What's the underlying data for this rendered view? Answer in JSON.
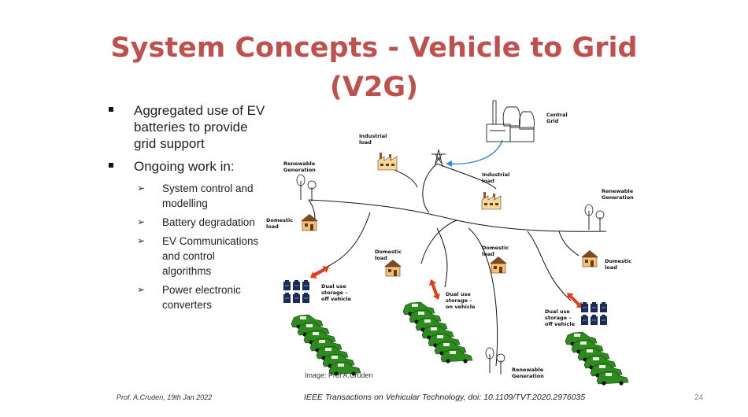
{
  "title": {
    "line1": "System Concepts - Vehicle to Grid",
    "line2": "(V2G)"
  },
  "bullets": [
    {
      "text": "Aggregated use of EV batteries to provide grid support"
    },
    {
      "text": "Ongoing work in:"
    }
  ],
  "sub_bullets": [
    {
      "text": "System control and modelling"
    },
    {
      "text": "Battery degradation"
    },
    {
      "text": "EV Communications and control algorithms"
    },
    {
      "text": "Power electronic converters"
    }
  ],
  "diagram": {
    "labels": {
      "central_grid": [
        "Central",
        "Grid"
      ],
      "industrial_load_top": [
        "Industrial",
        "load"
      ],
      "industrial_load_right": [
        "Industrial",
        "load"
      ],
      "renewable_left": [
        "Renewable",
        "Generation"
      ],
      "renewable_right": [
        "Renewable",
        "Generation"
      ],
      "renewable_bottom": [
        "Renewable",
        "Generation"
      ],
      "domestic_left": [
        "Domestic",
        "load"
      ],
      "domestic_mid1": [
        "Domestic",
        "load"
      ],
      "domestic_mid2": [
        "Domestic",
        "load"
      ],
      "domestic_right": [
        "Domestic",
        "load"
      ],
      "dual_use_off_left": [
        "Dual use",
        "storage –",
        "off vehicle"
      ],
      "dual_use_on": [
        "Dual use",
        "storage –",
        "on vehicle"
      ],
      "dual_use_off_right": [
        "Dual use",
        "storage –",
        "off vehicle"
      ]
    },
    "caption": "Image: Prof A.Cruden",
    "colors": {
      "car": "#2e8b1e",
      "arrow": "#e0401b",
      "grid_link": "#2a8ae0",
      "battery": "#1a2a5a"
    }
  },
  "footer": {
    "left": "Prof. A.Cruden, 19th Jan 2022",
    "center": "IEEE Transactions on Vehicular Technology, doi: 10.1109/TVT.2020.2976035",
    "page": "24"
  },
  "accent_color": "#c0504d"
}
